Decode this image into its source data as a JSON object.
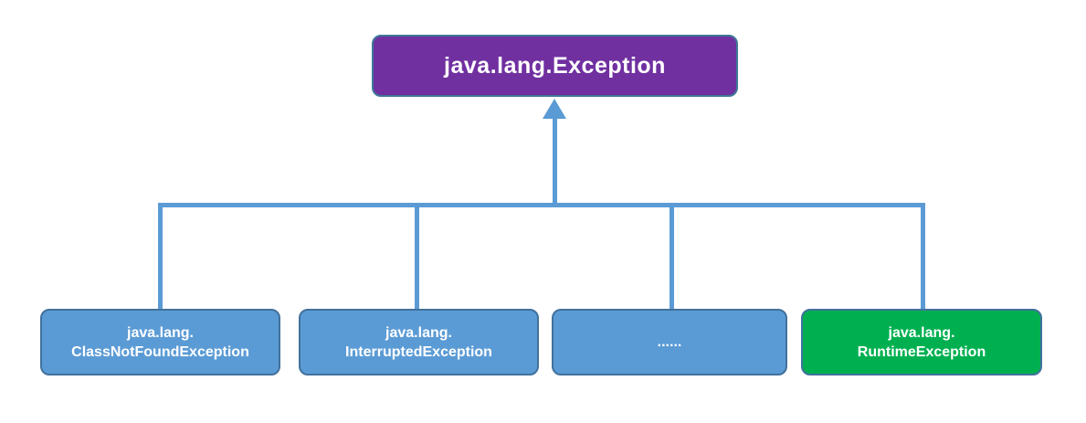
{
  "diagram": {
    "root": {
      "label": "java.lang.Exception",
      "fill": "#7030A0",
      "border": "#3D7896",
      "text_color": "#FFFFFF"
    },
    "children": [
      {
        "label_line1": "java.lang.",
        "label_line2": "ClassNotFoundException",
        "fill": "#5B9BD5",
        "border": "#41719C"
      },
      {
        "label_line1": "java.lang.",
        "label_line2": "InterruptedException",
        "fill": "#5B9BD5",
        "border": "#41719C"
      },
      {
        "label_line1": "......",
        "label_line2": "",
        "fill": "#5B9BD5",
        "border": "#41719C"
      },
      {
        "label_line1": "java.lang.",
        "label_line2": "RuntimeException",
        "fill": "#00B050",
        "border": "#41719C"
      }
    ],
    "connector": {
      "color": "#5B9BD5",
      "arrow_direction": "up"
    },
    "background": "#FFFFFF"
  }
}
